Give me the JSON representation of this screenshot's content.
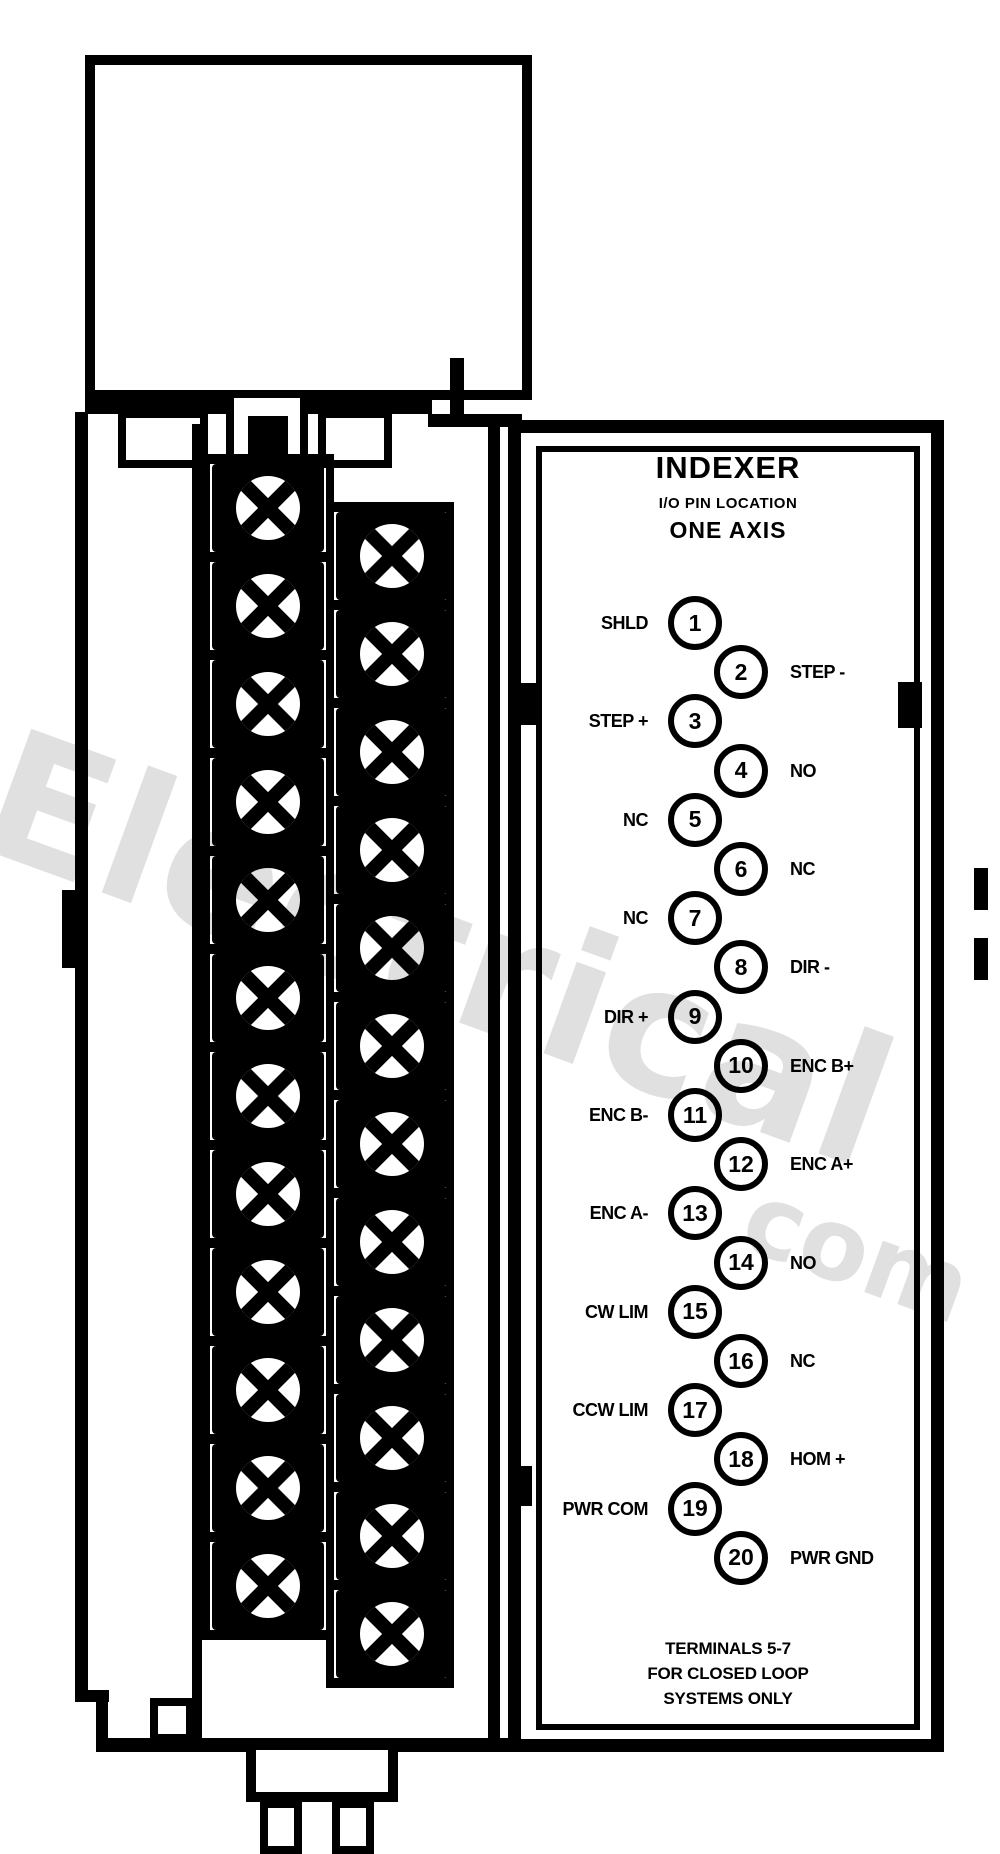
{
  "watermark": {
    "text": "Electrical",
    "suffix": "com"
  },
  "panel": {
    "title": "INDEXER",
    "subtitle": "I/O PIN LOCATION",
    "axis": "ONE AXIS",
    "note_lines": [
      "TERMINALS 5-7",
      "FOR CLOSED LOOP",
      "SYSTEMS ONLY"
    ],
    "terminals": [
      {
        "num": "1",
        "label": "SHLD",
        "side": "left"
      },
      {
        "num": "2",
        "label": "STEP -",
        "side": "right"
      },
      {
        "num": "3",
        "label": "STEP +",
        "side": "left"
      },
      {
        "num": "4",
        "label": "NO",
        "side": "right"
      },
      {
        "num": "5",
        "label": "NC",
        "side": "left"
      },
      {
        "num": "6",
        "label": "NC",
        "side": "right"
      },
      {
        "num": "7",
        "label": "NC",
        "side": "left"
      },
      {
        "num": "8",
        "label": "DIR -",
        "side": "right"
      },
      {
        "num": "9",
        "label": "DIR +",
        "side": "left"
      },
      {
        "num": "10",
        "label": "ENC B+",
        "side": "right"
      },
      {
        "num": "11",
        "label": "ENC B-",
        "side": "left"
      },
      {
        "num": "12",
        "label": "ENC A+",
        "side": "right"
      },
      {
        "num": "13",
        "label": "ENC A-",
        "side": "left"
      },
      {
        "num": "14",
        "label": "NO",
        "side": "right"
      },
      {
        "num": "15",
        "label": "CW LIM",
        "side": "left"
      },
      {
        "num": "16",
        "label": "NC",
        "side": "right"
      },
      {
        "num": "17",
        "label": "CCW LIM",
        "side": "left"
      },
      {
        "num": "18",
        "label": "HOM +",
        "side": "right"
      },
      {
        "num": "19",
        "label": "PWR COM",
        "side": "left"
      },
      {
        "num": "20",
        "label": "PWR GND",
        "side": "right"
      }
    ]
  },
  "terminal_strip": {
    "left_count": 12,
    "right_count": 12
  },
  "colors": {
    "ink": "#000000",
    "paper": "#ffffff",
    "watermark": "#c6c6c6"
  }
}
